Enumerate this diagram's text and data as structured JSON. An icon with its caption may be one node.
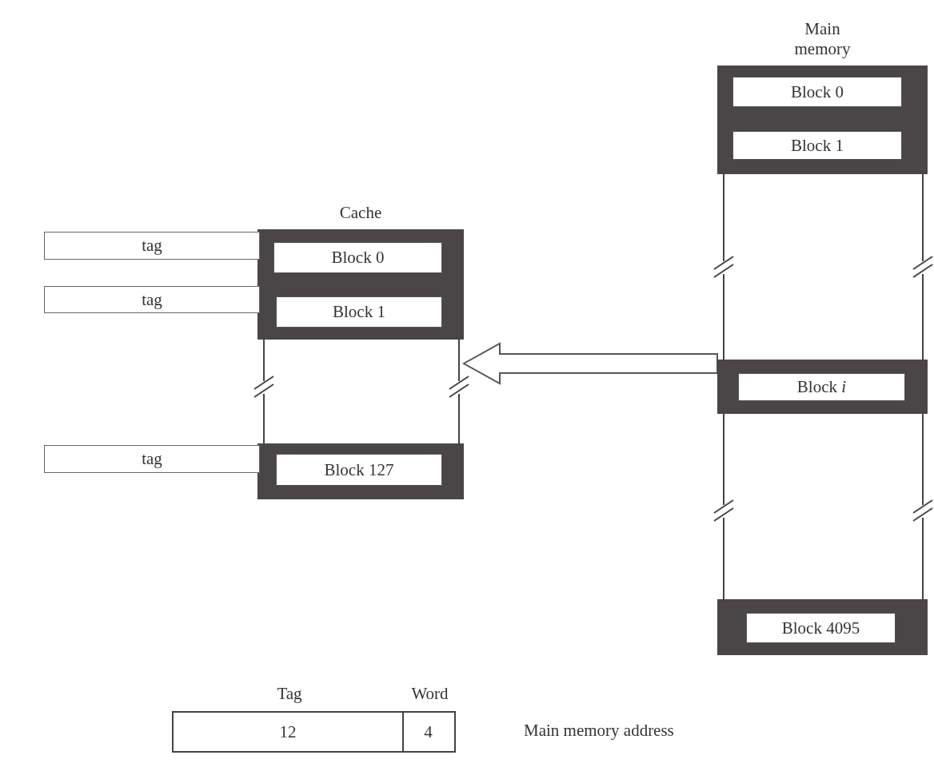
{
  "diagram": {
    "nodes": [
      {
        "text": [
          "Cache"
        ]
      },
      {
        "text": [
          "Block 0"
        ],
        "in": 0
      },
      {
        "text": [
          "Block 1"
        ],
        "in": 0
      },
      {
        "text": [
          "Block 127"
        ],
        "in": 0
      },
      {
        "text": [
          "tag"
        ]
      },
      {
        "text": [
          "tag"
        ]
      },
      {
        "text": [
          "tag"
        ]
      },
      {
        "text": [
          "Main memory"
        ]
      },
      {
        "text": [
          "Block 0"
        ],
        "in": 7
      },
      {
        "text": [
          "Block 1"
        ],
        "in": 7
      },
      {
        "text": [
          "Block *i*"
        ],
        "in": 7
      },
      {
        "text": [
          "Block 4095"
        ],
        "in": 7
      },
      {
        "text": [
          "Tag",
          "12"
        ]
      },
      {
        "text": [
          "Word",
          "4"
        ]
      }
    ],
    "edges": [
      {
        "from": 7,
        "to": 0,
        "arrow": "to"
      }
    ],
    "labels": [
      "Main memory address"
    ]
  }
}
